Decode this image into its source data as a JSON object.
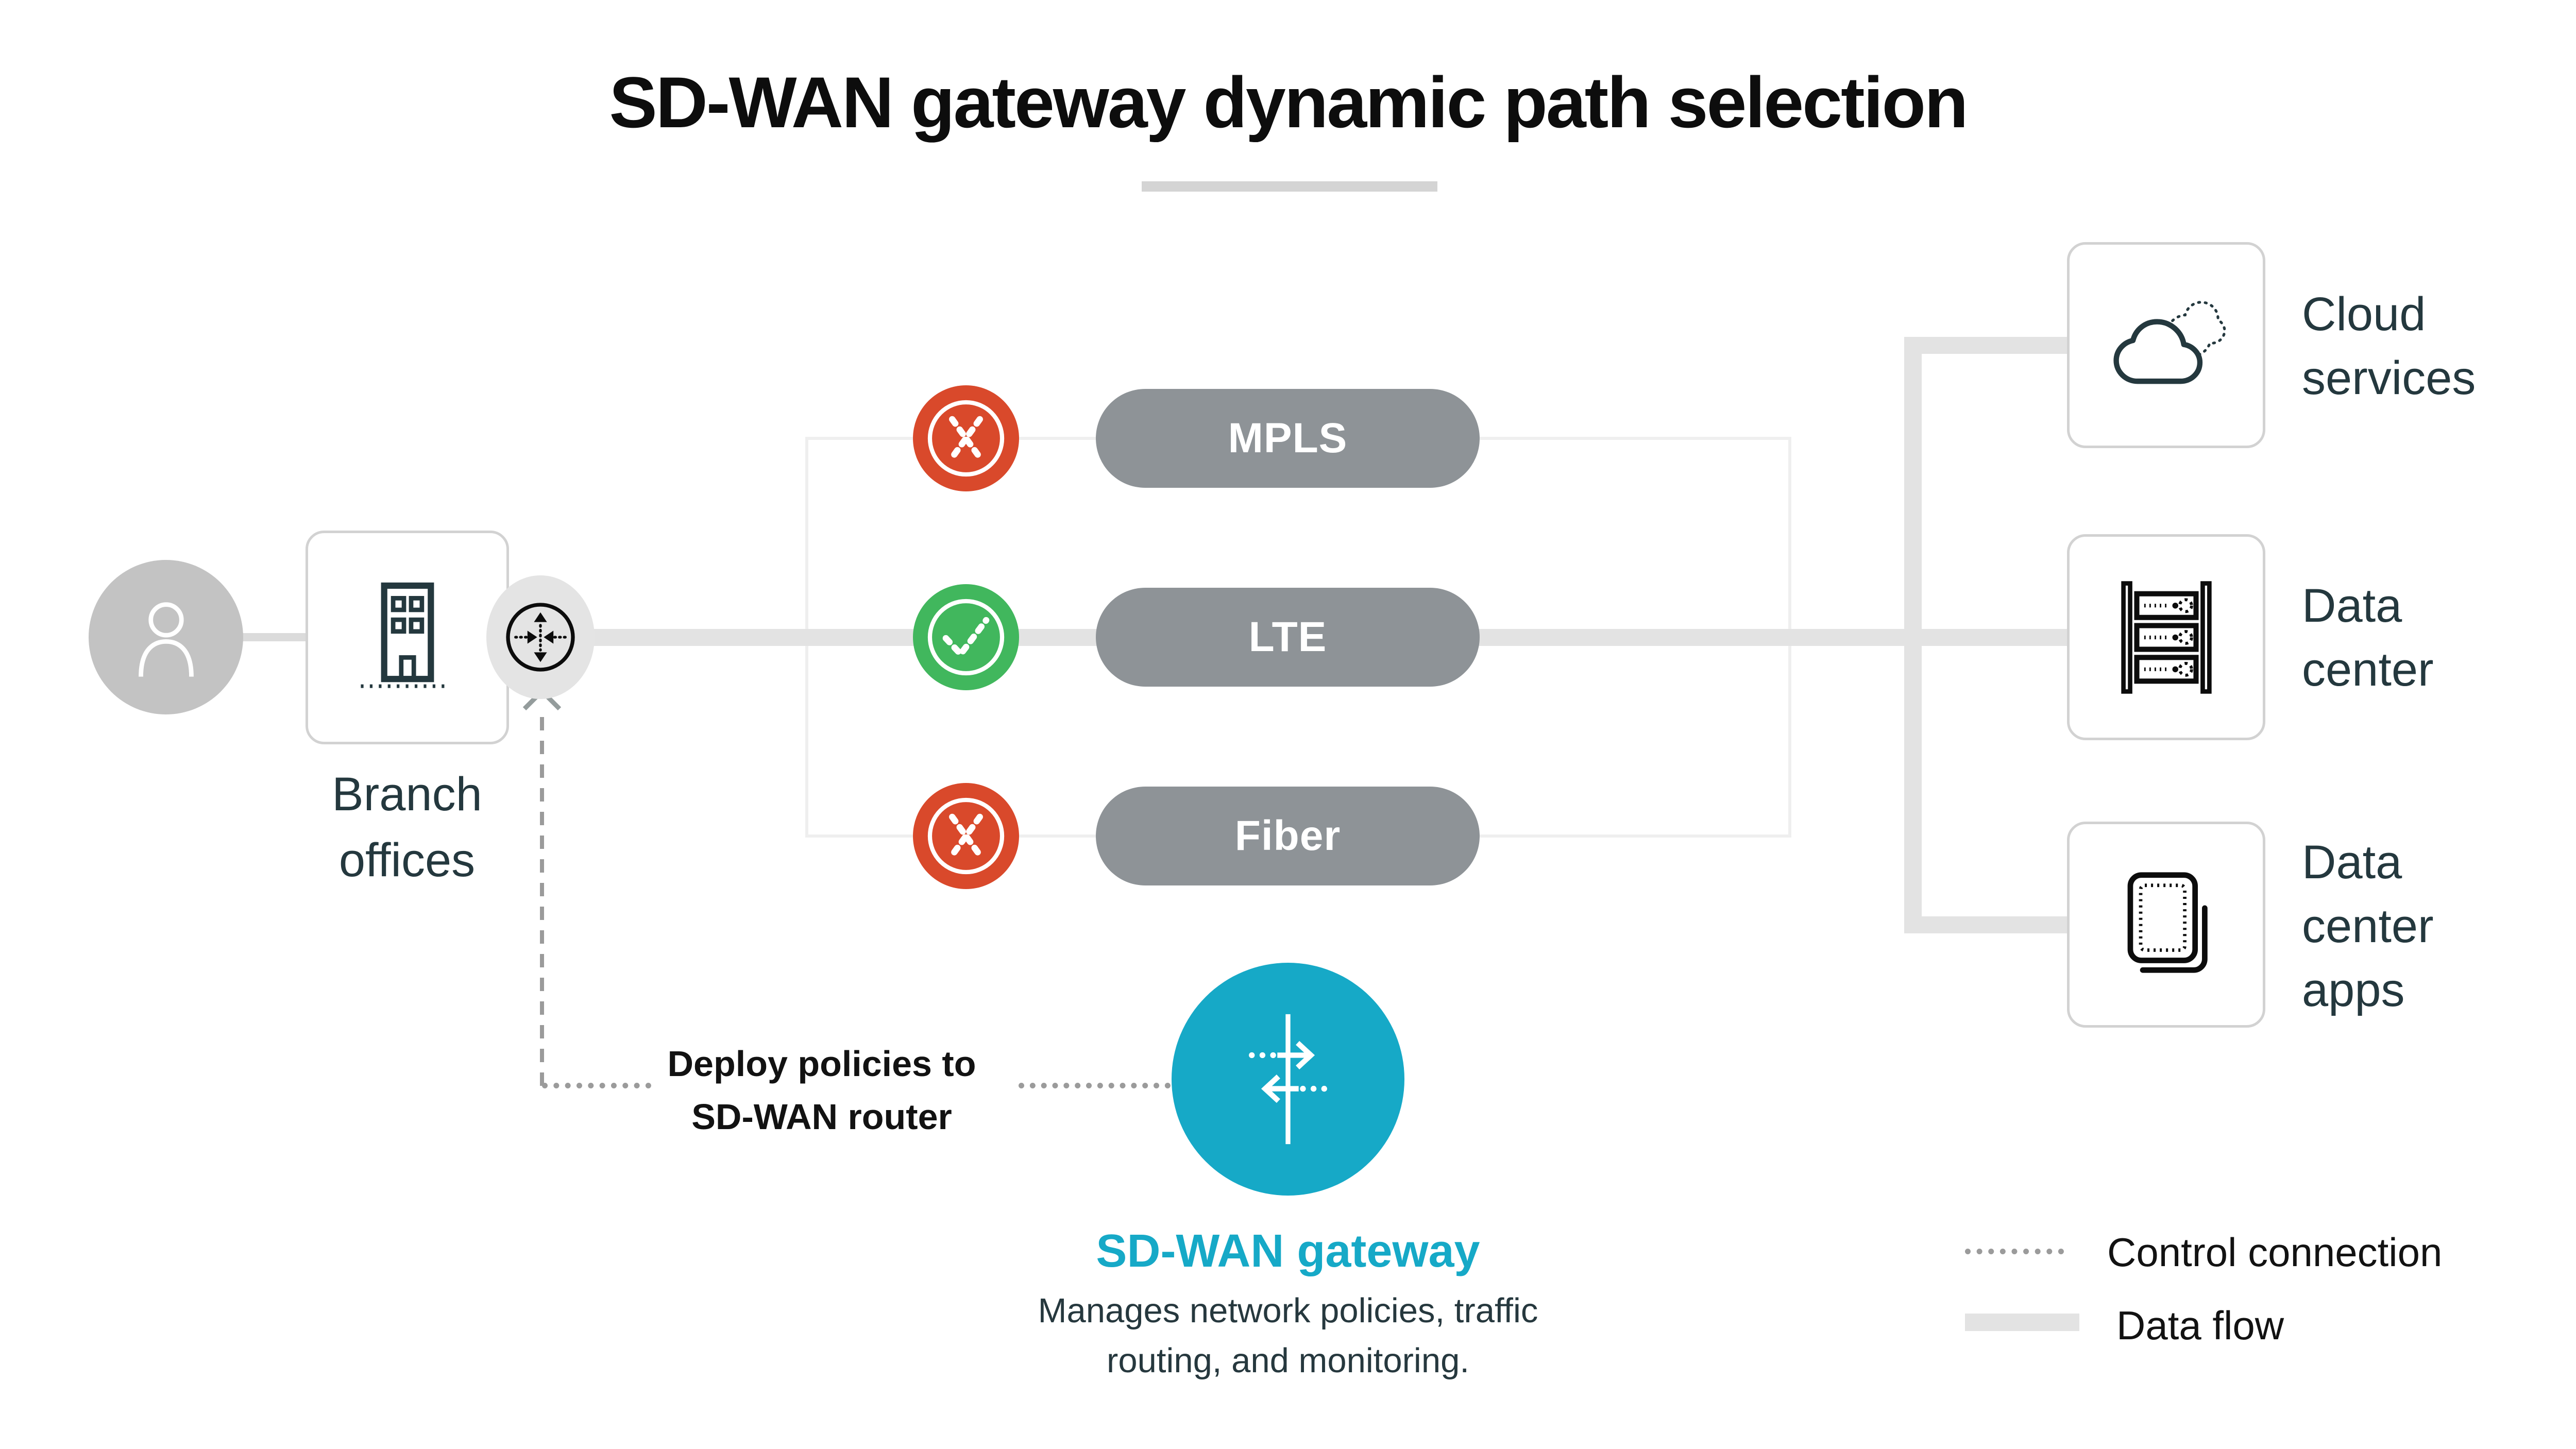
{
  "title": "SD-WAN gateway dynamic path selection",
  "branch": {
    "label": "Branch\noffices"
  },
  "paths": {
    "items": [
      {
        "label": "MPLS",
        "status": "unavailable",
        "status_icon": "cross-icon",
        "status_color": "#d9492b"
      },
      {
        "label": "LTE",
        "status": "selected",
        "status_icon": "check-icon",
        "status_color": "#41b75d"
      },
      {
        "label": "Fiber",
        "status": "unavailable",
        "status_icon": "cross-icon",
        "status_color": "#d9492b"
      }
    ]
  },
  "destinations": {
    "items": [
      {
        "label": "Cloud\nservices",
        "icon": "cloud-icon"
      },
      {
        "label": "Data\ncenter",
        "icon": "server-rack-icon"
      },
      {
        "label": "Data\ncenter\napps",
        "icon": "apps-icon"
      }
    ]
  },
  "gateway": {
    "label": "SD-WAN gateway",
    "description": "Manages network policies, traffic\nrouting, and monitoring.",
    "deploy_note": "Deploy policies to\nSD-WAN router",
    "icon": "traffic-routing-icon"
  },
  "legend": {
    "control": "Control connection",
    "data": "Data flow"
  },
  "colors": {
    "accent_teal": "#16a9c7",
    "status_blocked_red": "#d9492b",
    "status_ok_green": "#41b75d",
    "pill_gray": "#8e9397",
    "label_dark": "#24383e",
    "data_flow_gray": "#e3e3e3",
    "control_dot_gray": "#9b9b9b"
  }
}
